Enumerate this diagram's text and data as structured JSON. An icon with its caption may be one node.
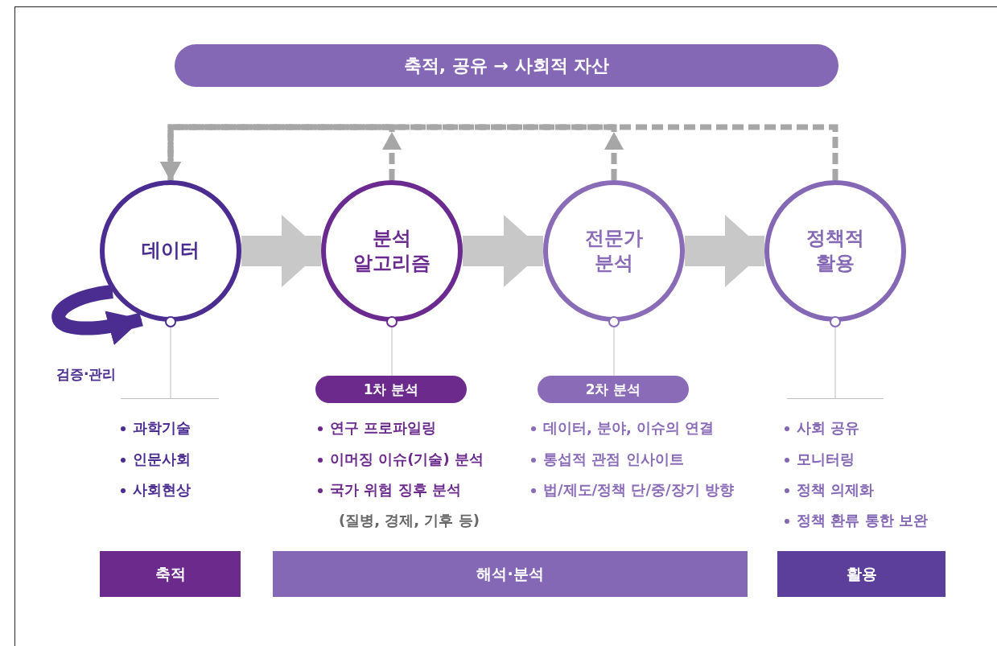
{
  "diagram": {
    "nodes": [
      {
        "text": [
          "축적, 공유 → 사회적 자산"
        ]
      },
      {
        "text": [
          "데이터"
        ],
        "beside": [
          "검증·관리"
        ]
      },
      {
        "text": [
          "분석 알고리즘"
        ]
      },
      {
        "text": [
          "전문가 분석"
        ]
      },
      {
        "text": [
          "정책적 활용"
        ]
      },
      {
        "text": [
          "1차 분석"
        ]
      },
      {
        "text": [
          "2차 분석"
        ]
      },
      {
        "text": [
          "축적"
        ]
      },
      {
        "text": [
          "해석·분석"
        ]
      },
      {
        "text": [
          "활용"
        ]
      }
    ],
    "edges": [
      {
        "from": 1,
        "to": 2,
        "arrow": "to",
        "style": "thick"
      },
      {
        "from": 2,
        "to": 3,
        "arrow": "to",
        "style": "thick"
      },
      {
        "from": 3,
        "to": 4,
        "arrow": "to",
        "style": "thick"
      },
      {
        "from": 2,
        "to": 1,
        "arrow": "to",
        "style": "dashed",
        "color": "#a6a6a6"
      },
      {
        "from": 3,
        "to": 1,
        "arrow": "to",
        "style": "dashed",
        "color": "#a6a6a6"
      },
      {
        "from": 4,
        "to": 1,
        "arrow": "to",
        "style": "dashed",
        "color": "#a6a6a6"
      },
      {
        "from": 1,
        "to": 1,
        "arrow": "to",
        "style": "thick",
        "color": "#4b2d91"
      },
      {
        "from": 1,
        "to": null,
        "arrow": "none"
      },
      {
        "from": 2,
        "to": 5,
        "arrow": "none"
      },
      {
        "from": 3,
        "to": 6,
        "arrow": "none"
      },
      {
        "from": 4,
        "to": null,
        "arrow": "none"
      }
    ],
    "labels": [
      "과학기술",
      "인문사회",
      "사회현상",
      "연구 프로파일링",
      "이머징 이슈(기술) 분석",
      "국가 위험 징후 분석",
      "(질병, 경제, 기후 등)",
      "데이터, 분야, 이슈의 연결",
      "통섭적 관점 인사이트",
      "법/제도/정책 단/중/장기 방향",
      "사회 공유",
      "모니터링",
      "정책 의제화",
      "정책 환류 통한 보완"
    ]
  }
}
